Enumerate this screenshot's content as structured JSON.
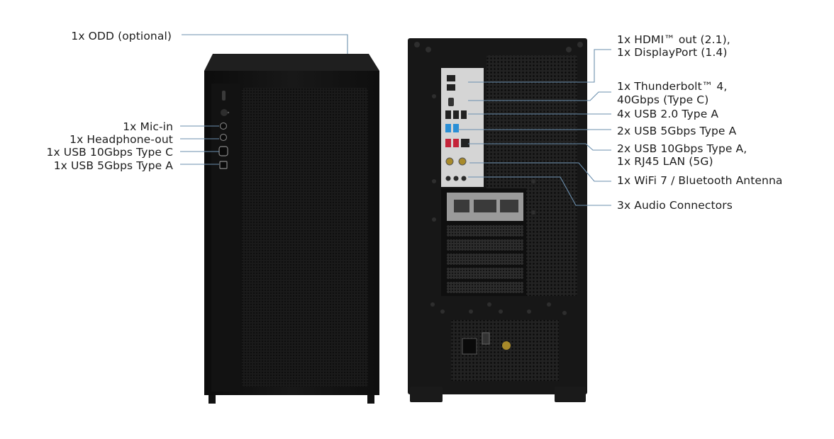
{
  "front_labels": {
    "odd": "1x ODD (optional)",
    "mic_in": "1x Mic-in",
    "headphone_out": "1x Headphone-out",
    "usb_type_c": "1x USB 10Gbps Type C",
    "usb_type_a": "1x USB 5Gbps Type A"
  },
  "rear_labels": {
    "hdmi_line1": "1x HDMI™ out (2.1),",
    "hdmi_line2": "1x DisplayPort (1.4)",
    "thunderbolt_line1": "1x Thunderbolt™ 4,",
    "thunderbolt_line2": "40Gbps (Type C)",
    "usb2": "4x USB 2.0 Type A",
    "usb5g": "2x USB 5Gbps Type A",
    "usb10g_line1": "2x USB 10Gbps Type A,",
    "usb10g_line2": "1x RJ45 LAN (5G)",
    "wifi": "1x WiFi 7 / Bluetooth Antenna",
    "audio": "3x Audio Connectors"
  },
  "colors": {
    "case_body": "#141414",
    "case_top": "#1e1e1e",
    "mesh": "#2a2a2a",
    "io_shield": "#d9d9d9",
    "usb_blue": "#2a8fd6",
    "usb_red": "#c4243a",
    "leader_line": "#6b8fae",
    "text": "#1c1c1c"
  }
}
